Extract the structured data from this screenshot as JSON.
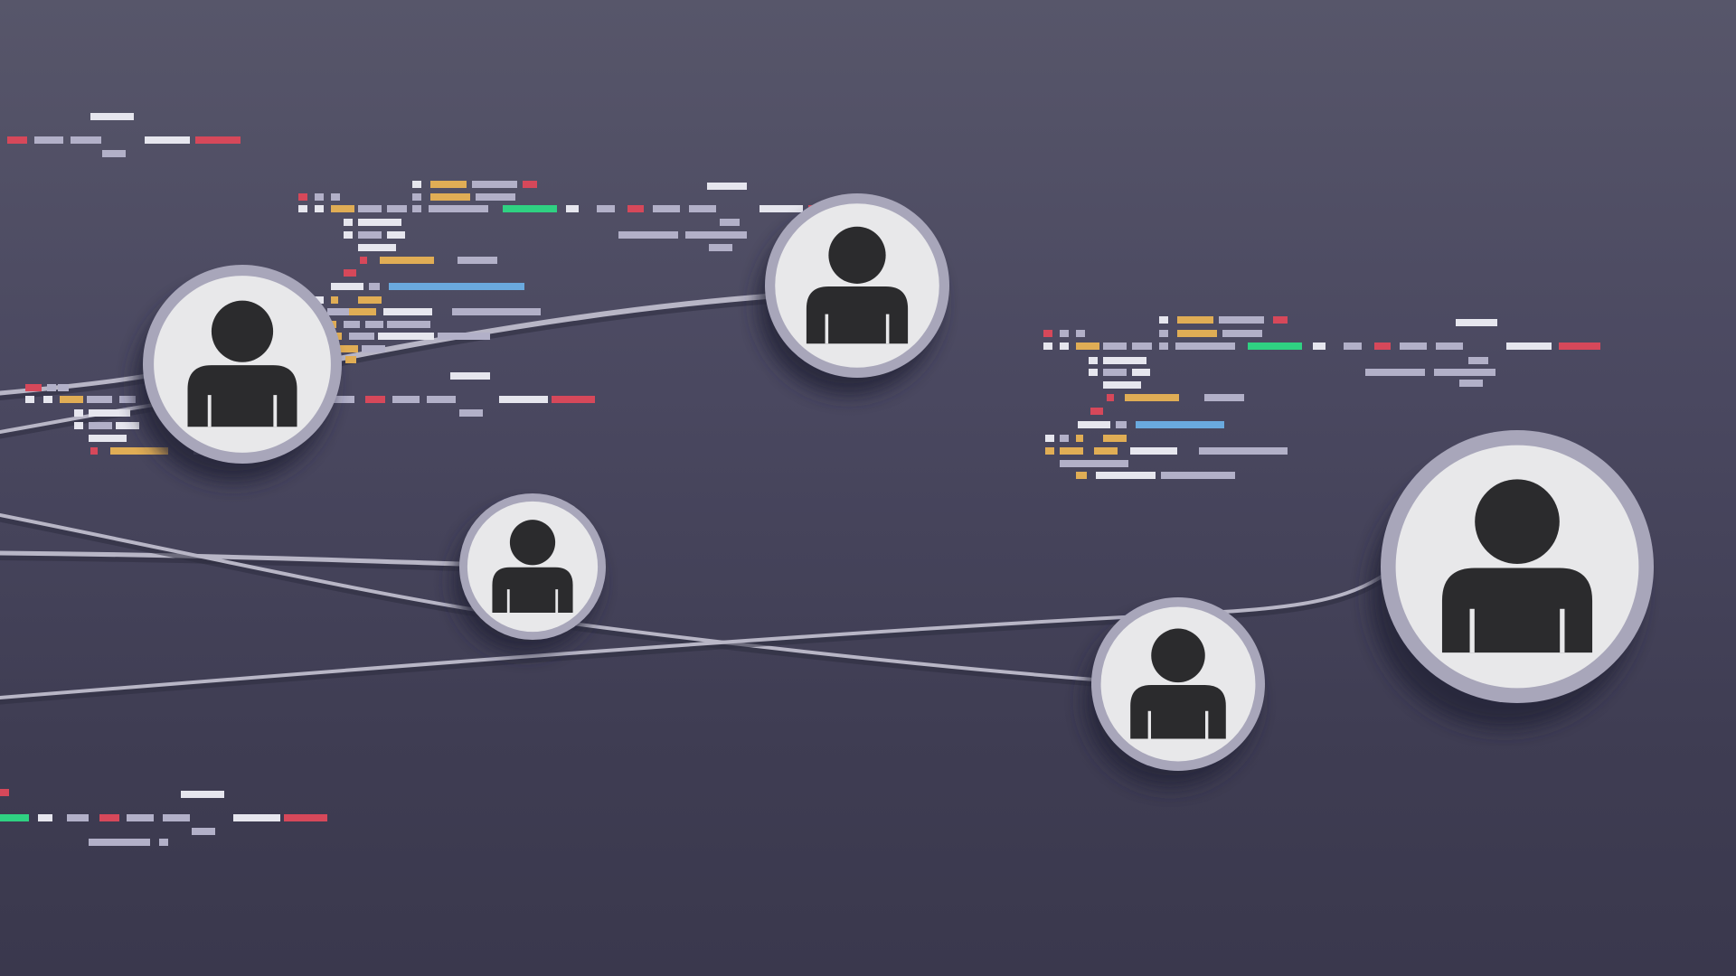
{
  "palette": {
    "background_top": "#57566a",
    "background_bottom": "#3a384d",
    "node_fill": "#e8e8ea",
    "node_ring": "#a8a6ba",
    "node_shadow": "#26253a",
    "person_icon": "#2b2b2d",
    "connector_line": "#b8b6c6",
    "code_grey": "#b2b0c8",
    "code_white": "#e6e6ee",
    "code_orange": "#e0ad55",
    "code_red": "#d6485a",
    "code_green": "#2fd182",
    "code_blue": "#6aa9de"
  },
  "nodes": [
    {
      "icon": "user-avatar-icon"
    },
    {
      "icon": "user-avatar-icon"
    },
    {
      "icon": "user-avatar-icon"
    },
    {
      "icon": "user-avatar-icon"
    },
    {
      "icon": "user-avatar-icon"
    }
  ],
  "connections": [
    {
      "from": "left-edge",
      "to": "node-1"
    },
    {
      "from": "node-1",
      "to": "node-2"
    },
    {
      "from": "left-edge",
      "to": "node-3"
    },
    {
      "from": "node-3",
      "to": "node-4"
    },
    {
      "from": "left-edge",
      "to": "node-5"
    }
  ],
  "code_snippets": [
    {
      "name": "code-snippet-top-left"
    },
    {
      "name": "code-snippet-center-left"
    },
    {
      "name": "code-snippet-right"
    },
    {
      "name": "code-snippet-bottom-left"
    }
  ]
}
